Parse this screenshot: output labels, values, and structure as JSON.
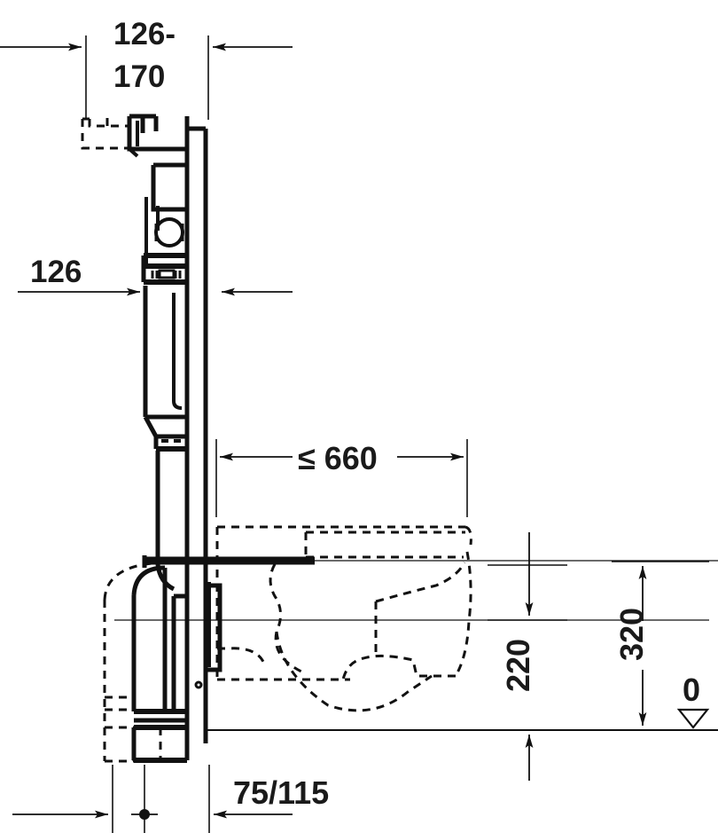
{
  "drawing": {
    "type": "technical-dimension-drawing",
    "subject": "wall-hung-toilet-installation-frame-side-elevation",
    "units": "mm",
    "line_color": "#111111",
    "background_color": "#ffffff"
  },
  "dimensions": {
    "top_depth": {
      "label": "126-",
      "label_line2": "170",
      "value_text": "126-170",
      "orientation": "horizontal",
      "arrow_direction": "inward"
    },
    "mid_depth": {
      "label": "126",
      "orientation": "horizontal",
      "arrow_direction": "inward"
    },
    "bowl_projection": {
      "label": "≤ 660",
      "orientation": "horizontal",
      "arrow_direction": "outward"
    },
    "seat_height": {
      "label": "220",
      "orientation": "vertical",
      "arrow_direction": "outward"
    },
    "rim_height": {
      "label": "320",
      "orientation": "vertical",
      "arrow_direction": "outward"
    },
    "drain_offset": {
      "label": "75/115",
      "orientation": "horizontal",
      "arrow_direction": "inward"
    },
    "datum": {
      "label": "0",
      "symbol": "datum-triangle",
      "description": "finished floor level"
    }
  }
}
